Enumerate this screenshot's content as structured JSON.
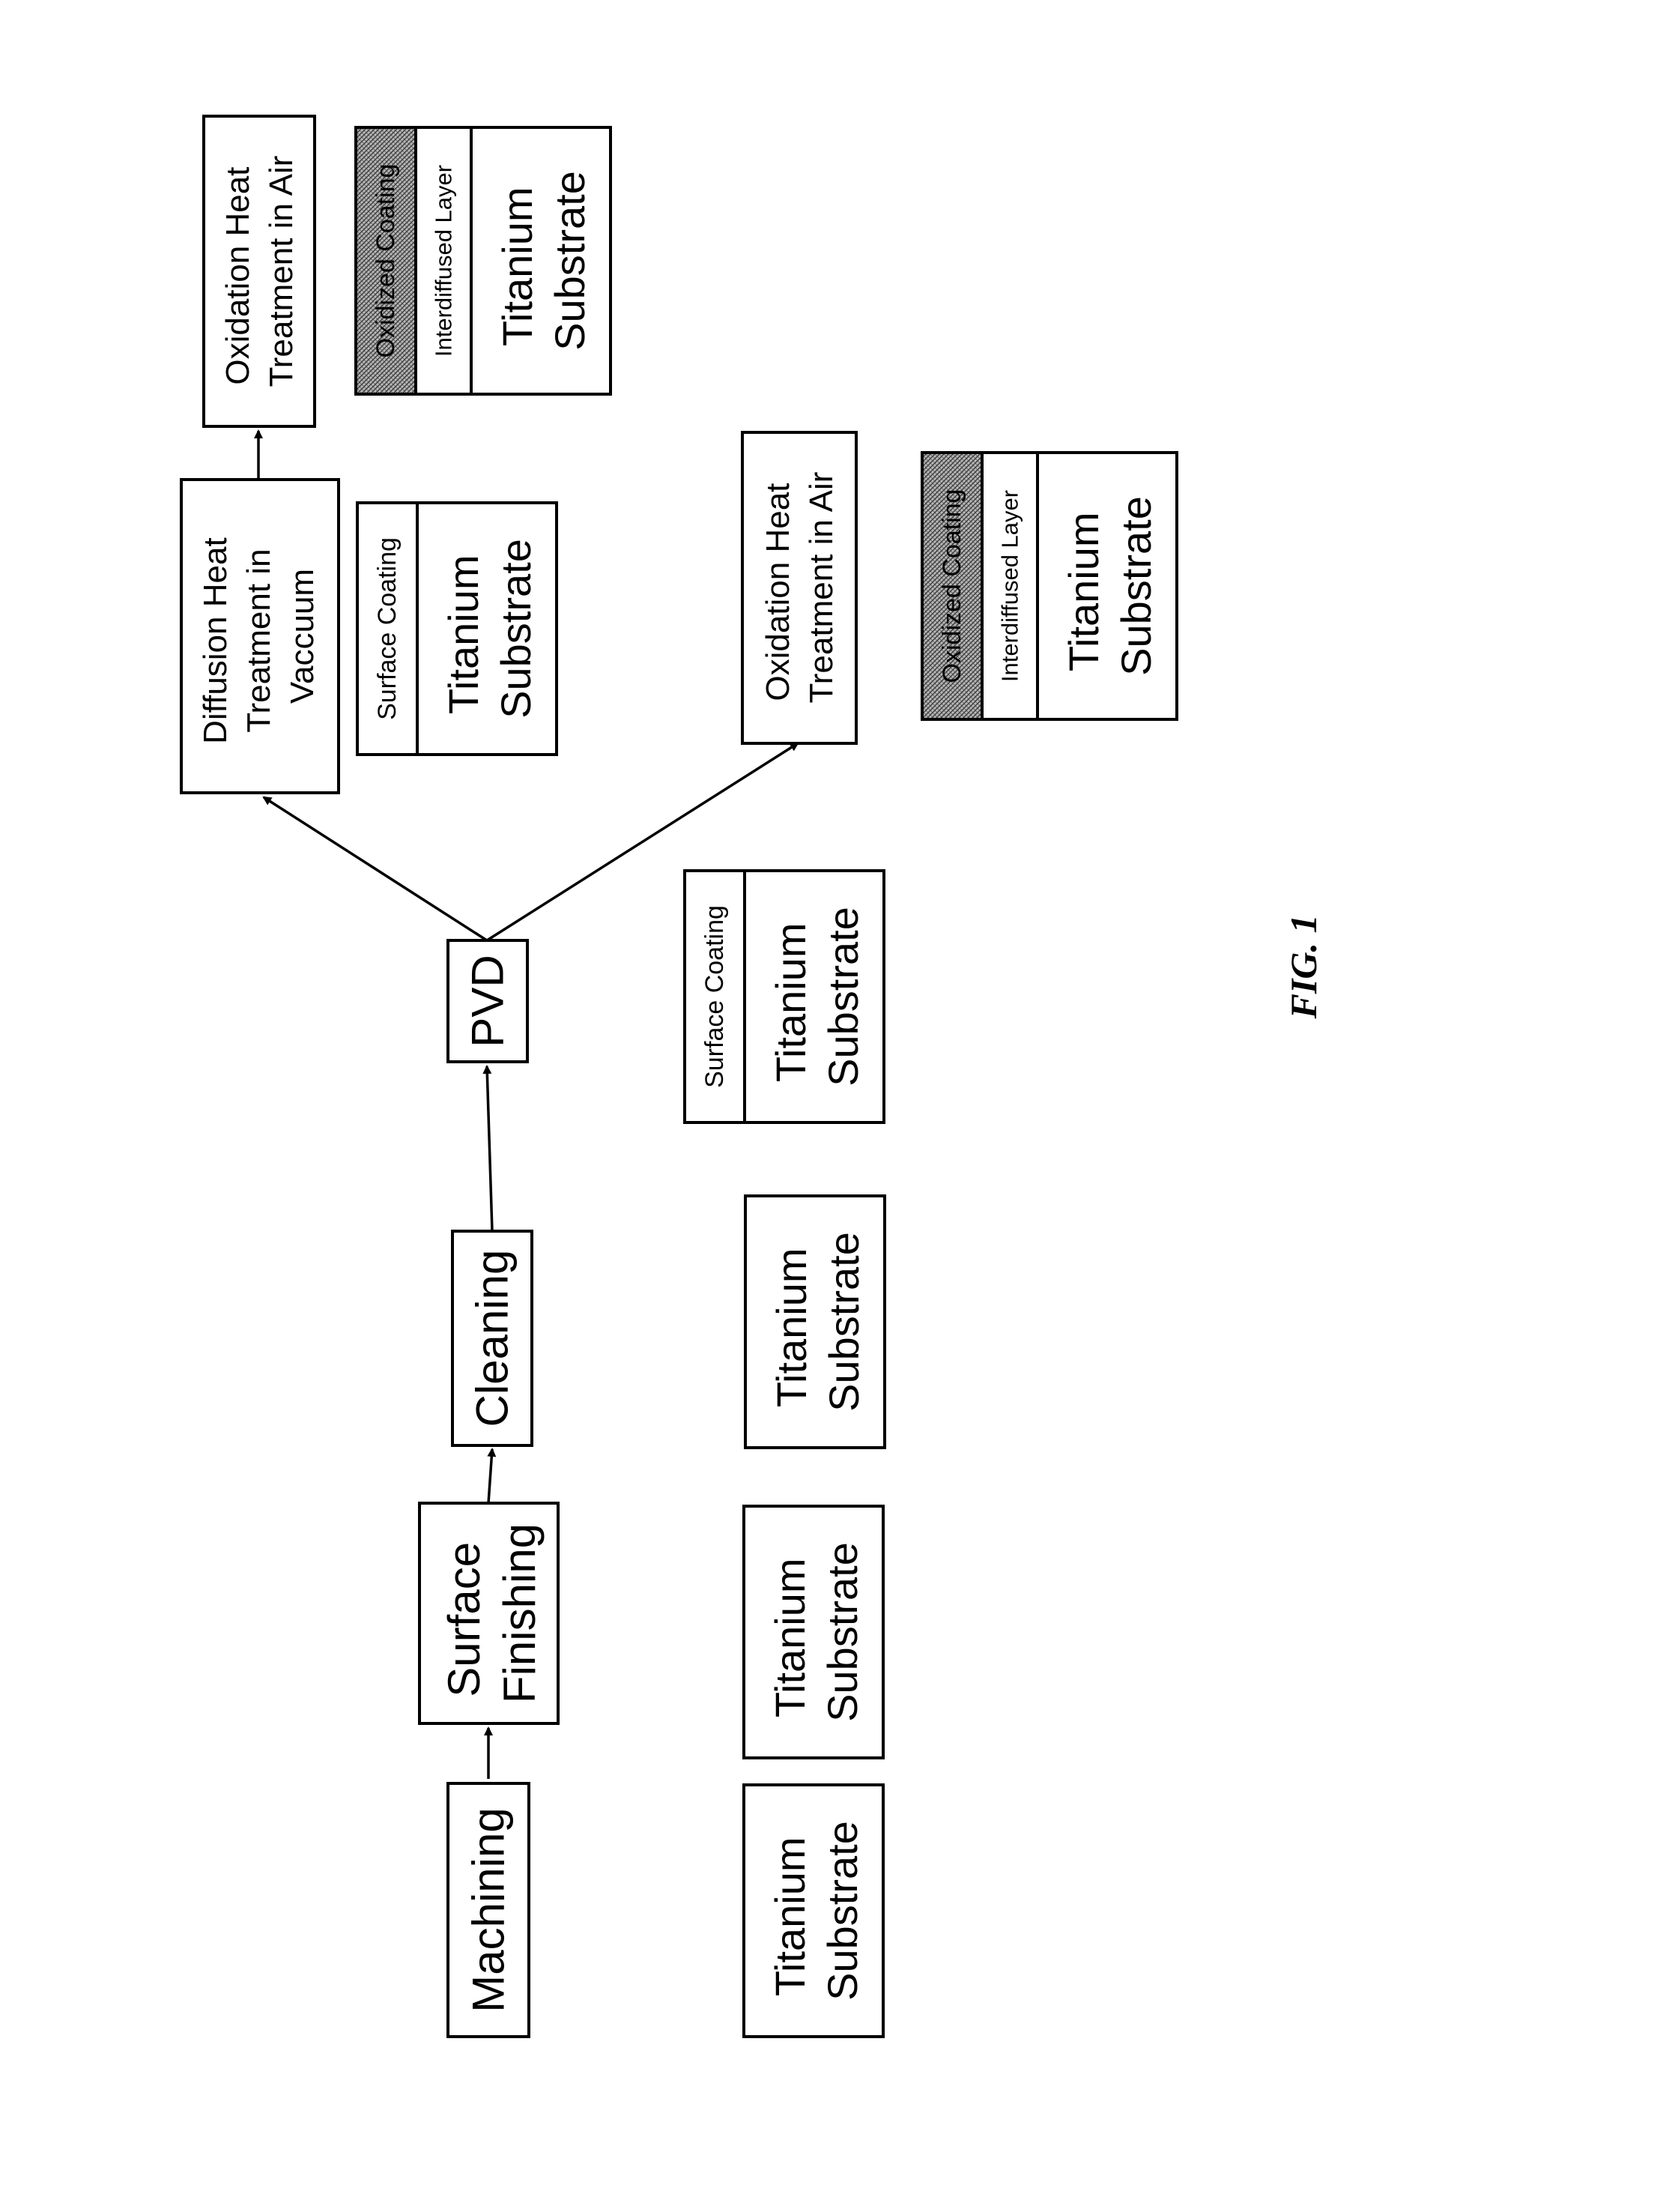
{
  "process_steps": {
    "machining": "Machining",
    "surface_finishing": [
      "Surface",
      "Finishing"
    ],
    "cleaning": "Cleaning",
    "pvd": "PVD",
    "diffusion": [
      "Diffusion Heat",
      "Treatment in",
      "Vaccuum"
    ],
    "oxidation_top": [
      "Oxidation Heat",
      "Treatment in Air"
    ],
    "oxidation_bottom": [
      "Oxidation Heat",
      "Treatment in Air"
    ]
  },
  "layers": {
    "substrate": [
      "Titanium",
      "Substrate"
    ],
    "surface_coating": "Surface Coating",
    "interdiffused_layer": "Interdiffused Layer",
    "oxidized_coating": "Oxidized Coating"
  },
  "figure_label": "FIG. 1",
  "colors": {
    "stroke": "#000000",
    "fill": "#ffffff",
    "hatch": "#6e6e6e"
  }
}
